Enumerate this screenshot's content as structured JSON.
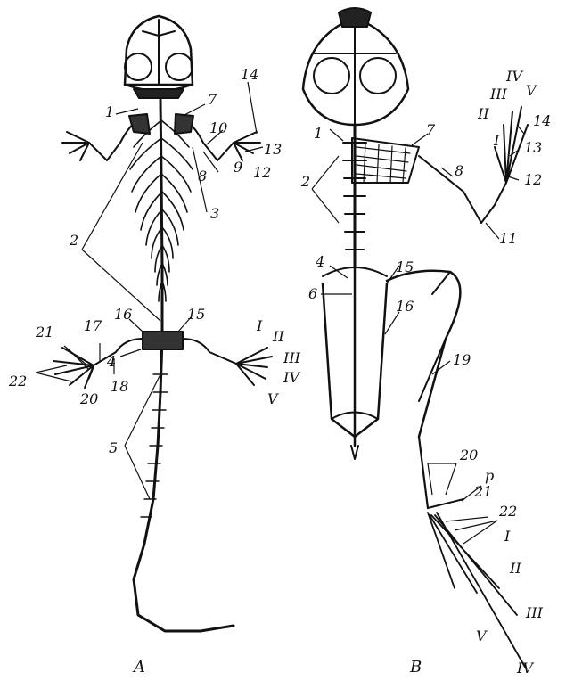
{
  "panels": [
    {
      "id": "A",
      "caption": "A"
    },
    {
      "id": "B",
      "caption": "B"
    }
  ],
  "labels": {
    "a1": "1",
    "a2": "2",
    "a3": "3",
    "a4": "4",
    "a5": "5",
    "a7": "7",
    "a8": "8",
    "a9": "9",
    "a10": "10",
    "a12": "12",
    "a13": "13",
    "a14": "14",
    "a15": "15",
    "a16": "16",
    "a17": "17",
    "a18": "18",
    "a20": "20",
    "a21": "21",
    "a22": "22",
    "aI": "I",
    "aII": "II",
    "aIII": "III",
    "aIV": "IV",
    "aV": "V",
    "b1": "1",
    "b2": "2",
    "b4": "4",
    "b6": "6",
    "b7": "7",
    "b8": "8",
    "b11": "11",
    "b12": "12",
    "b13": "13",
    "b14": "14",
    "b15": "15",
    "b16": "16",
    "b19": "19",
    "b20": "20",
    "b21": "21",
    "b22": "22",
    "bP": "p",
    "bHI": "I",
    "bHII": "II",
    "bHIII": "III",
    "bHIV": "IV",
    "bHV": "V",
    "bFI": "I",
    "bFII": "II",
    "bFIII": "III",
    "bFIV": "IV",
    "bFV": "V"
  },
  "colors": {
    "ink": "#111111",
    "paper": "#ffffff"
  }
}
